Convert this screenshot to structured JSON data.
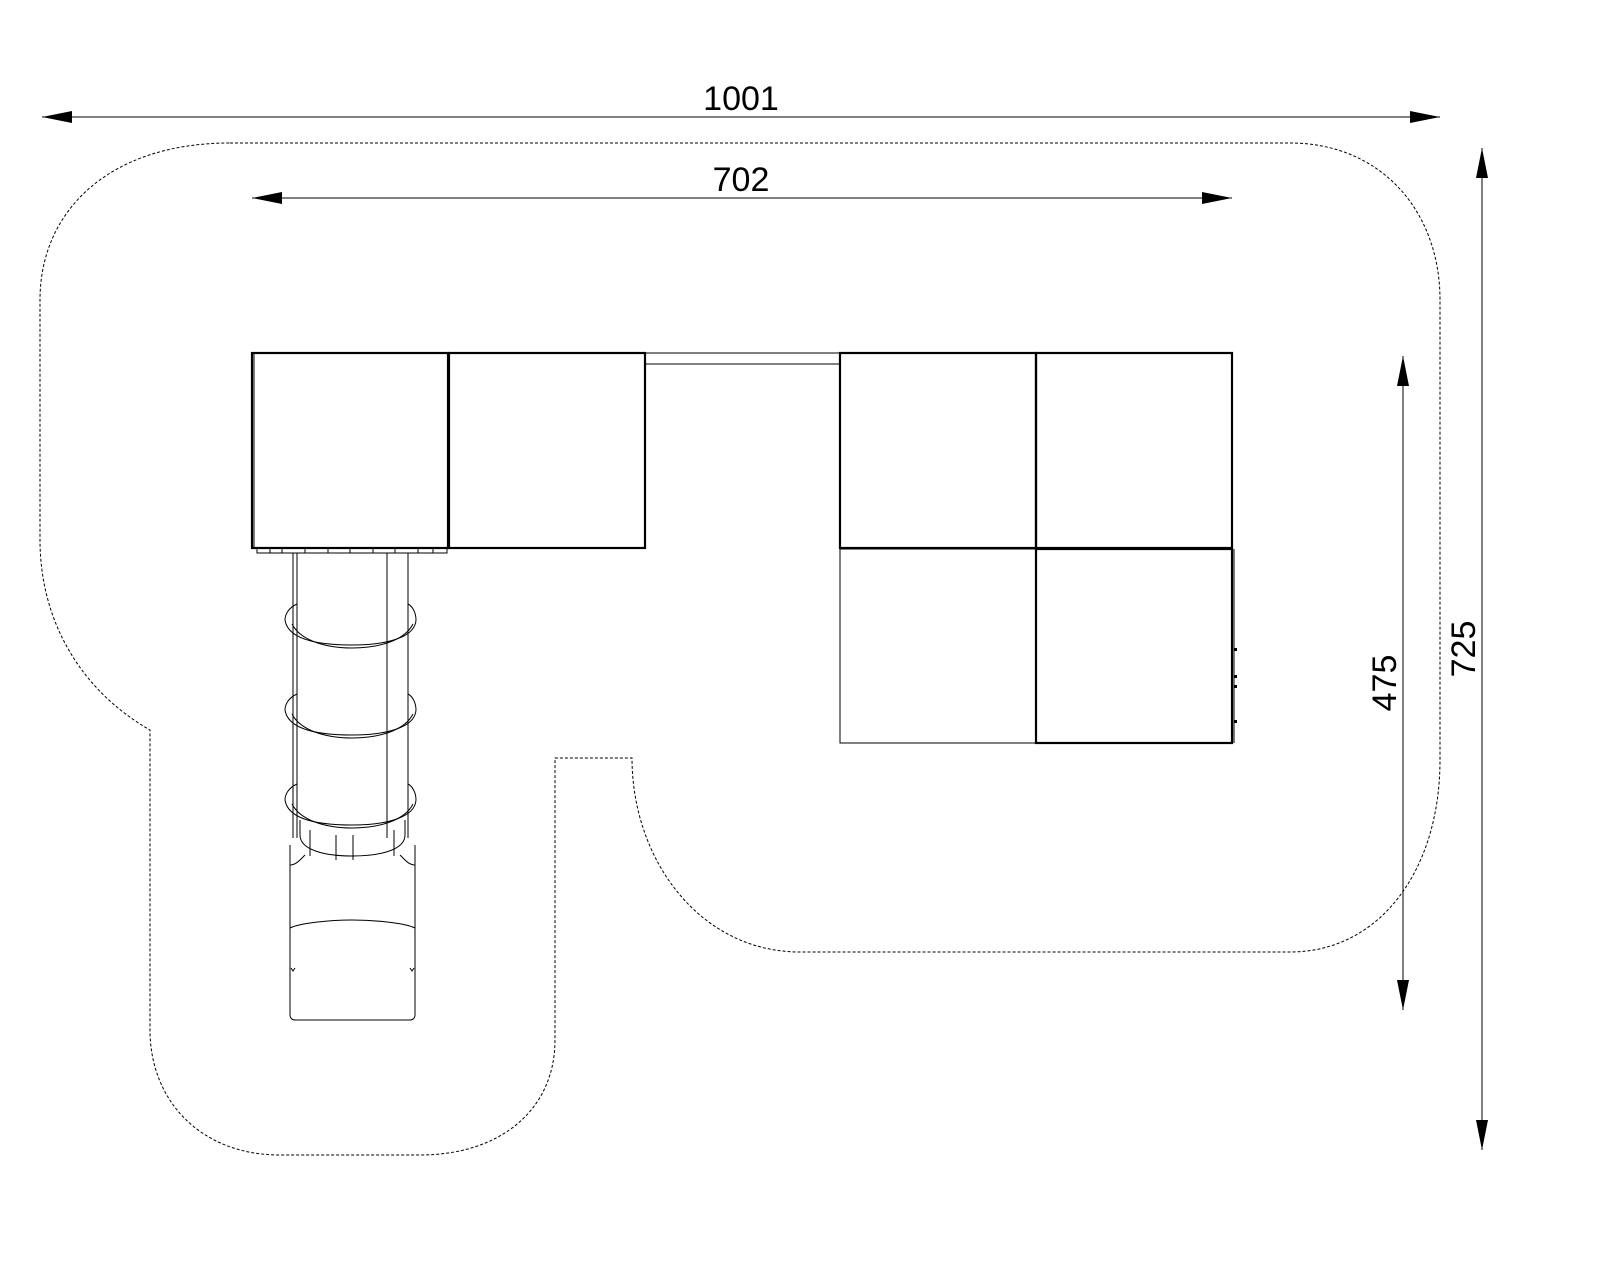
{
  "drawing": {
    "dimensions": {
      "overall_width": "1001",
      "platform_width": "702",
      "platform_depth": "475",
      "overall_depth": "725"
    },
    "colors": {
      "line": "#000000",
      "background": "#ffffff"
    }
  }
}
